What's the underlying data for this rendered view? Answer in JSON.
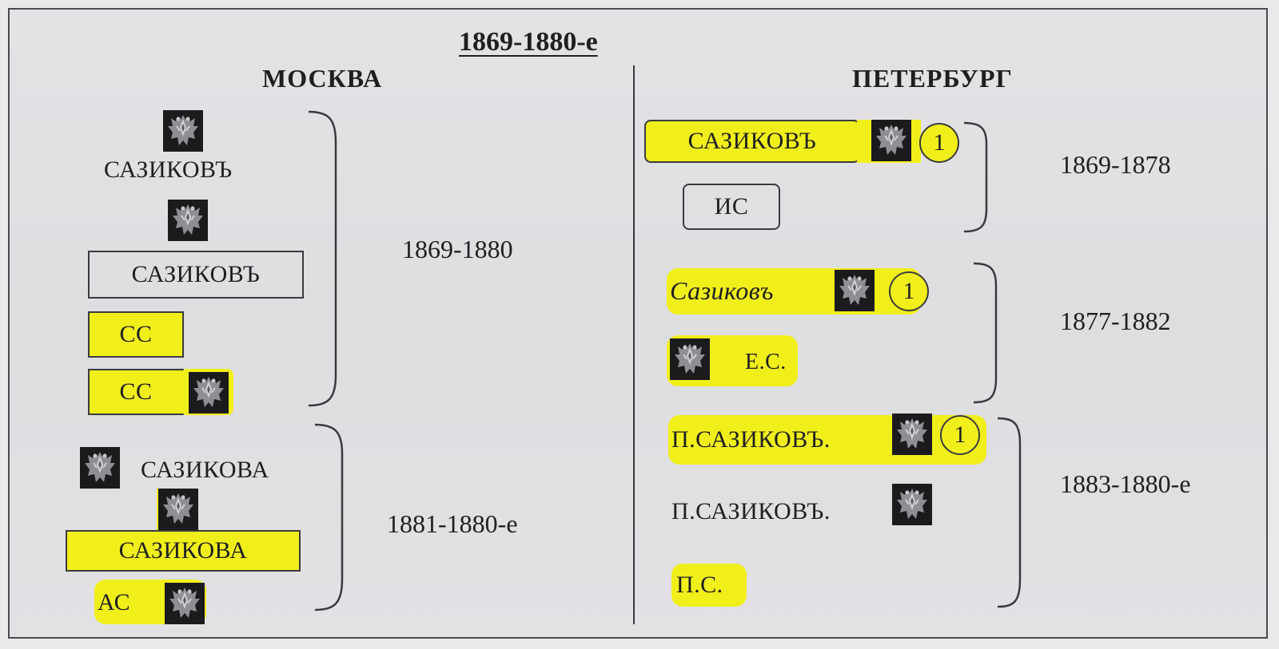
{
  "title": "1869-1880-е",
  "moscow": {
    "heading": "МОСКВА",
    "marks": {
      "sazikov_plain": "САЗИКОВЪ",
      "sazikov_boxed": "САЗИКОВЪ",
      "ss_1": "СС",
      "ss_2": "СС",
      "sazikova_plain": "САЗИКОВА",
      "sazikova_boxed": "САЗИКОВА",
      "as": "АС"
    },
    "periods": [
      "1869-1880",
      "1881-1880-е"
    ]
  },
  "petersburg": {
    "heading": "ПЕТЕРБУРГ",
    "marks": {
      "sazikov_boxed": "САЗИКОВЪ",
      "is": "ИС",
      "sazikov_italic": "Сазиковъ",
      "es": "Е.С.",
      "p_sazikov_1": "П.САЗИКОВЪ.",
      "p_sazikov_2": "П.САЗИКОВЪ.",
      "ps": "П.С."
    },
    "circle_number": "1",
    "periods": [
      "1869-1878",
      "1877-1882",
      "1883-1880-е"
    ]
  },
  "icons": {
    "double_headed_eagle": "eagle-hallmark-icon"
  },
  "colors": {
    "highlight": "#f1ef1a",
    "border": "#3a3a3e",
    "background": "#e4e2e5"
  }
}
